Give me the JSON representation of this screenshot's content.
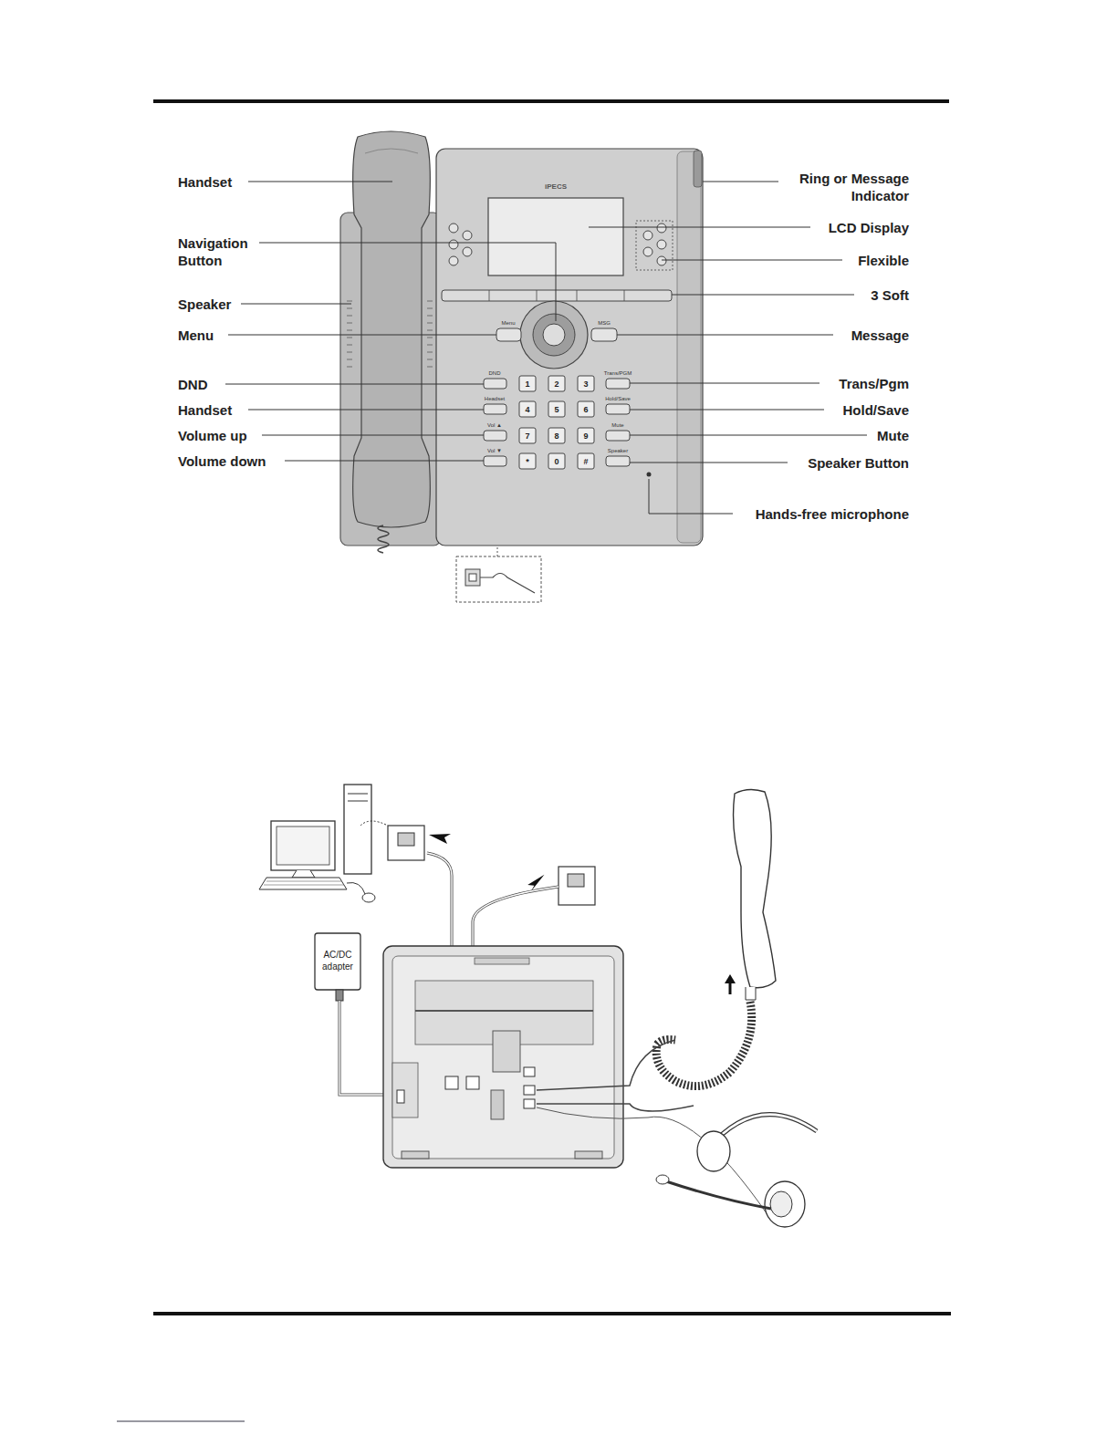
{
  "diagram": {
    "labels": [
      "Handset",
      "Navigation Button",
      "Speaker",
      "Menu",
      "DND",
      "Handset",
      "Volume up",
      "Volume down",
      "Ring or Message Indicator",
      "LCD Display",
      "Flexible",
      "3 Soft",
      "Message",
      "Trans/Pgm",
      "Hold/Save",
      "Mute",
      "Speaker Button",
      "Hands-free microphone",
      "iPECS",
      "Menu",
      "MSG",
      "DND",
      "Headset",
      "Vol ▲",
      "Vol ▼",
      "Trans/PGM",
      "Hold/Save",
      "Mute",
      "Speaker",
      "1",
      "2",
      "3",
      "4",
      "5",
      "6",
      "7",
      "8",
      "9",
      "*",
      "0",
      "#",
      "AC/DC adapter"
    ]
  }
}
